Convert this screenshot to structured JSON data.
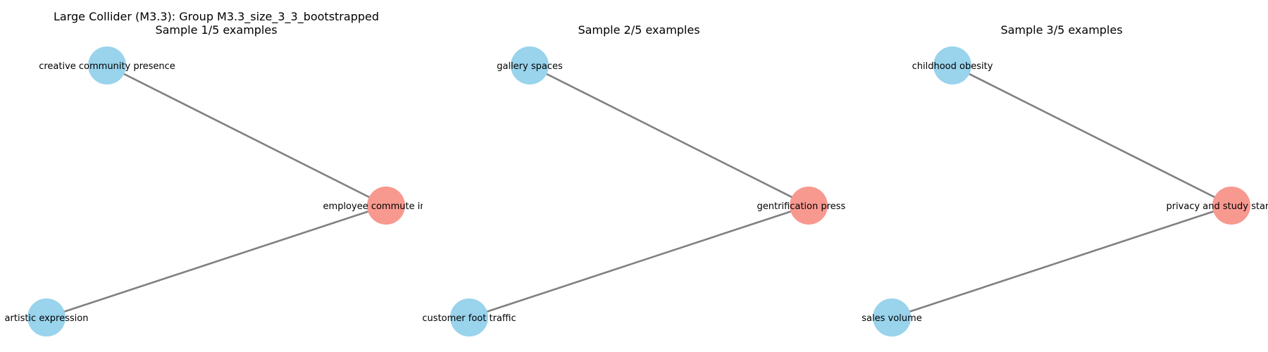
{
  "figure": {
    "suptitle": "Large Collider (M3.3): Group M3.3_size_3_3_bootstrapped"
  },
  "colors": {
    "cause_node": "#99d3ec",
    "collider_node": "#f89990",
    "edge": "#808080"
  },
  "panels": [
    {
      "title": "Sample 1/5 examples",
      "nodes": [
        {
          "id": "top",
          "label": "creative community presence",
          "role": "cause"
        },
        {
          "id": "bottom",
          "label": "artistic expression",
          "role": "cause"
        },
        {
          "id": "collider",
          "label": "employee commute impact",
          "role": "collider"
        }
      ],
      "edges": [
        [
          "top",
          "collider"
        ],
        [
          "bottom",
          "collider"
        ]
      ]
    },
    {
      "title": "Sample 2/5 examples",
      "nodes": [
        {
          "id": "top",
          "label": "gallery spaces",
          "role": "cause"
        },
        {
          "id": "bottom",
          "label": "customer foot traffic",
          "role": "cause"
        },
        {
          "id": "collider",
          "label": "gentrification pressure",
          "role": "collider"
        }
      ],
      "edges": [
        [
          "top",
          "collider"
        ],
        [
          "bottom",
          "collider"
        ]
      ]
    },
    {
      "title": "Sample 3/5 examples",
      "nodes": [
        {
          "id": "top",
          "label": "childhood obesity",
          "role": "cause"
        },
        {
          "id": "bottom",
          "label": "sales volume",
          "role": "cause"
        },
        {
          "id": "collider",
          "label": "privacy and study standards",
          "role": "collider"
        }
      ],
      "edges": [
        [
          "top",
          "collider"
        ],
        [
          "bottom",
          "collider"
        ]
      ]
    }
  ]
}
